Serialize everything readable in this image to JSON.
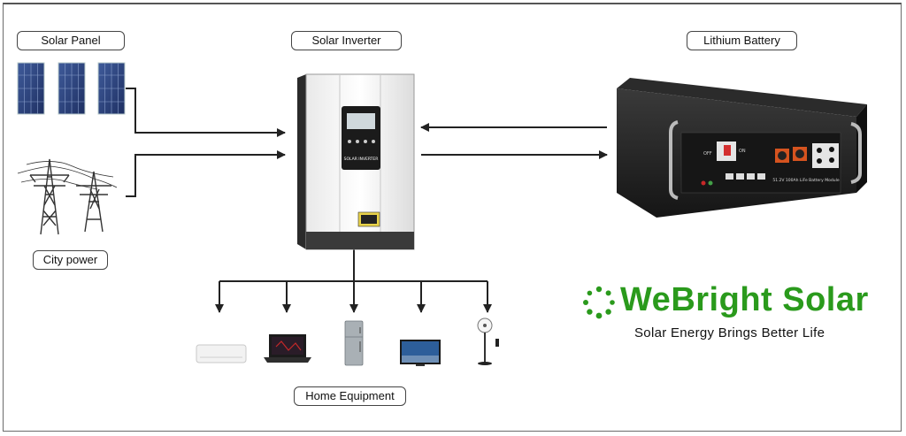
{
  "labels": {
    "solar_panel": "Solar Panel",
    "solar_inverter": "Solar Inverter",
    "lithium_battery": "Lithium Battery",
    "city_power": "City power",
    "home_equipment": "Home Equipment"
  },
  "inverter": {
    "screen_text": "SOLAR INVERTER"
  },
  "battery": {
    "switch_off": "OFF",
    "switch_on": "ON",
    "model_text": "51.2V 100Ah LiFe Battery Module"
  },
  "brand": {
    "name": "WeBright Solar",
    "tagline": "Solar Energy Brings Better Life",
    "color": "#2a9a1c"
  },
  "icons": [
    "solar-panel-icon",
    "power-tower-icon",
    "inverter-icon",
    "battery-icon",
    "air-conditioner-icon",
    "laptop-icon",
    "refrigerator-icon",
    "tv-icon",
    "fan-icon"
  ]
}
